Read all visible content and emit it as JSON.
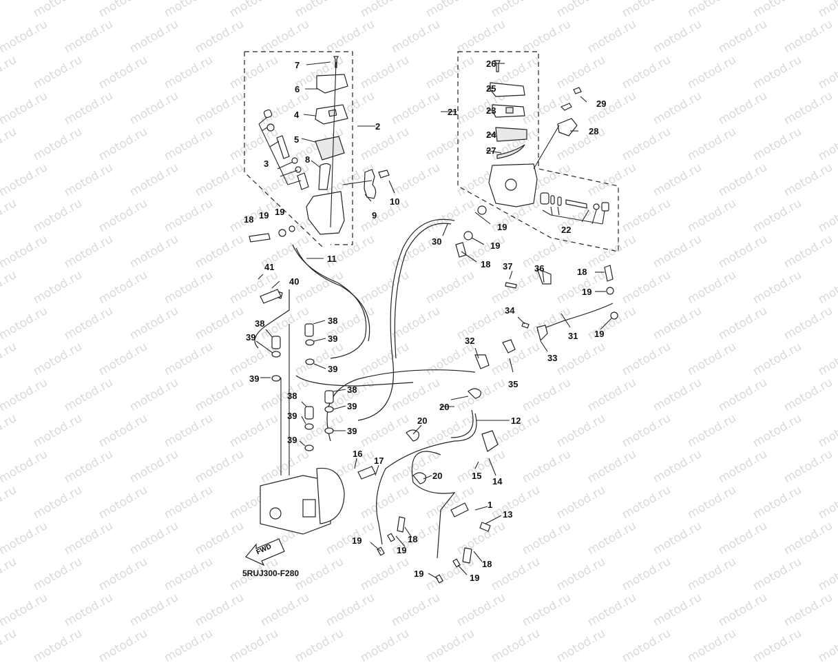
{
  "diagram": {
    "title_code": "5RUJ300-F280",
    "watermark": "motod.ru",
    "fwd_label": "FWD",
    "parts": [
      {
        "id": "1",
        "label": "1"
      },
      {
        "id": "2",
        "label": "2"
      },
      {
        "id": "3",
        "label": "3"
      },
      {
        "id": "4",
        "label": "4"
      },
      {
        "id": "5",
        "label": "5"
      },
      {
        "id": "6",
        "label": "6"
      },
      {
        "id": "7",
        "label": "7"
      },
      {
        "id": "8",
        "label": "8"
      },
      {
        "id": "9",
        "label": "9"
      },
      {
        "id": "10",
        "label": "10"
      },
      {
        "id": "11",
        "label": "11"
      },
      {
        "id": "12",
        "label": "12"
      },
      {
        "id": "13",
        "label": "13"
      },
      {
        "id": "14",
        "label": "14"
      },
      {
        "id": "15",
        "label": "15"
      },
      {
        "id": "16",
        "label": "16"
      },
      {
        "id": "17",
        "label": "17"
      },
      {
        "id": "18",
        "label": "18"
      },
      {
        "id": "19",
        "label": "19"
      },
      {
        "id": "20",
        "label": "20"
      },
      {
        "id": "21",
        "label": "21"
      },
      {
        "id": "22",
        "label": "22"
      },
      {
        "id": "23",
        "label": "23"
      },
      {
        "id": "24",
        "label": "24"
      },
      {
        "id": "25",
        "label": "25"
      },
      {
        "id": "26",
        "label": "26"
      },
      {
        "id": "27",
        "label": "27"
      },
      {
        "id": "28",
        "label": "28"
      },
      {
        "id": "29",
        "label": "29"
      },
      {
        "id": "30",
        "label": "30"
      },
      {
        "id": "31",
        "label": "31"
      },
      {
        "id": "32",
        "label": "32"
      },
      {
        "id": "33",
        "label": "33"
      },
      {
        "id": "34",
        "label": "34"
      },
      {
        "id": "35",
        "label": "35"
      },
      {
        "id": "36",
        "label": "36"
      },
      {
        "id": "37",
        "label": "37"
      },
      {
        "id": "38",
        "label": "38"
      },
      {
        "id": "39",
        "label": "39"
      },
      {
        "id": "40",
        "label": "40"
      },
      {
        "id": "41",
        "label": "41"
      }
    ]
  }
}
